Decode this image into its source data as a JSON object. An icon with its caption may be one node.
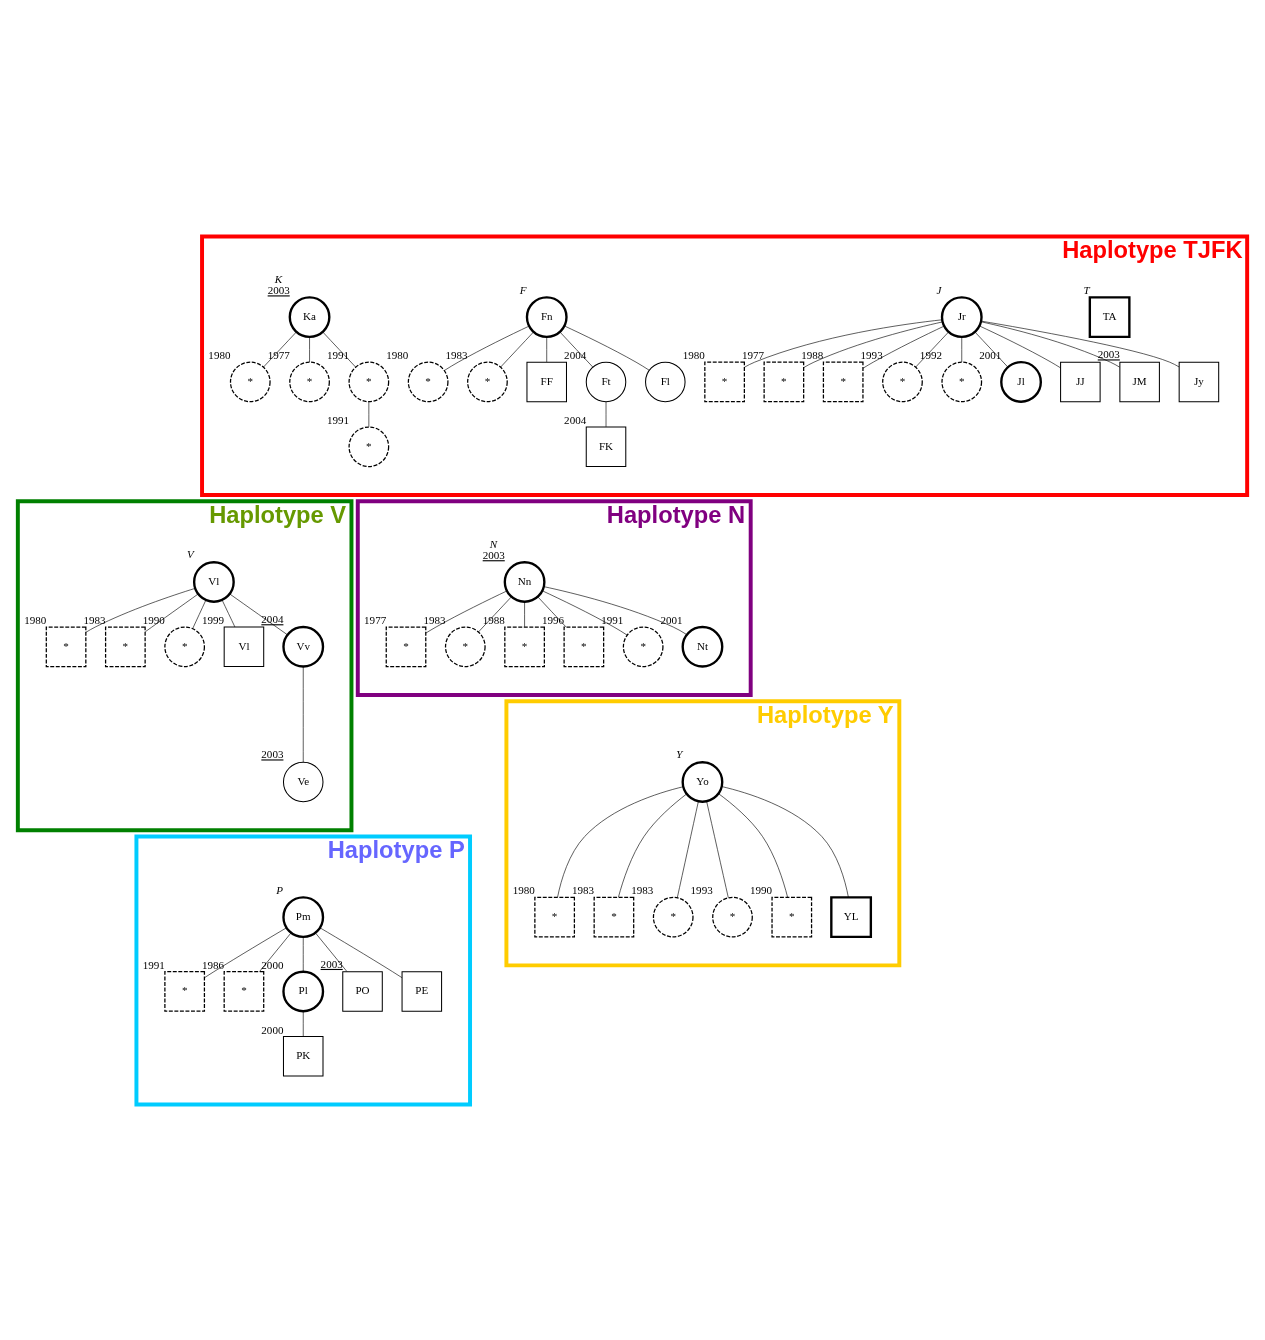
{
  "diagram": {
    "nodes": [
      {
        "text": [
          "Haplotype TJFK"
        ]
      },
      {
        "text": [
          "TA"
        ],
        "in": 0,
        "beside": [
          "T"
        ]
      },
      {
        "text": [
          "Jr"
        ],
        "in": 0,
        "beside": [
          "J"
        ]
      },
      {
        "text": [
          "*"
        ],
        "in": 0,
        "beside": [
          "1980"
        ]
      },
      {
        "text": [
          "*"
        ],
        "in": 0,
        "beside": [
          "1977"
        ]
      },
      {
        "text": [
          "*"
        ],
        "in": 0,
        "beside": [
          "1988"
        ]
      },
      {
        "text": [
          "*"
        ],
        "in": 0,
        "beside": [
          "1993"
        ]
      },
      {
        "text": [
          "*"
        ],
        "in": 0,
        "beside": [
          "1992"
        ]
      },
      {
        "text": [
          "Jl"
        ],
        "in": 0,
        "beside": [
          "2001"
        ]
      },
      {
        "text": [
          "JJ"
        ],
        "in": 0
      },
      {
        "text": [
          "JM"
        ],
        "in": 0,
        "beside": [
          "2003"
        ]
      },
      {
        "text": [
          "Jy"
        ],
        "in": 0
      },
      {
        "text": [
          "Fn"
        ],
        "in": 0,
        "beside": [
          "F"
        ]
      },
      {
        "text": [
          "*"
        ],
        "in": 0,
        "beside": [
          "1980"
        ]
      },
      {
        "text": [
          "*"
        ],
        "in": 0,
        "beside": [
          "1983"
        ]
      },
      {
        "text": [
          "FF"
        ],
        "in": 0
      },
      {
        "text": [
          "Ft"
        ],
        "in": 0,
        "beside": [
          "2004"
        ]
      },
      {
        "text": [
          "Fl"
        ],
        "in": 0
      },
      {
        "text": [
          "FK"
        ],
        "in": 0,
        "beside": [
          "2004"
        ]
      },
      {
        "text": [
          "Ka"
        ],
        "in": 0,
        "beside": [
          "K",
          "2003"
        ]
      },
      {
        "text": [
          "*"
        ],
        "in": 0,
        "beside": [
          "1980"
        ]
      },
      {
        "text": [
          "*"
        ],
        "in": 0,
        "beside": [
          "1977"
        ]
      },
      {
        "text": [
          "*"
        ],
        "in": 0,
        "beside": [
          "1991"
        ]
      },
      {
        "text": [
          "*"
        ],
        "in": 0,
        "beside": [
          "1991"
        ]
      },
      {
        "text": [
          "Haplotype V"
        ]
      },
      {
        "text": [
          "Vl"
        ],
        "in": 24,
        "beside": [
          "V"
        ]
      },
      {
        "text": [
          "*"
        ],
        "in": 24,
        "beside": [
          "1980"
        ]
      },
      {
        "text": [
          "*"
        ],
        "in": 24,
        "beside": [
          "1983"
        ]
      },
      {
        "text": [
          "*"
        ],
        "in": 24,
        "beside": [
          "1990"
        ]
      },
      {
        "text": [
          "Vl"
        ],
        "in": 24,
        "beside": [
          "1999"
        ]
      },
      {
        "text": [
          "Vv"
        ],
        "in": 24,
        "beside": [
          "2004"
        ]
      },
      {
        "text": [
          "Ve"
        ],
        "in": 24,
        "beside": [
          "2003"
        ]
      },
      {
        "text": [
          "Haplotype N"
        ]
      },
      {
        "text": [
          "Nn"
        ],
        "in": 32,
        "beside": [
          "N",
          "2003"
        ]
      },
      {
        "text": [
          "*"
        ],
        "in": 32,
        "beside": [
          "1977"
        ]
      },
      {
        "text": [
          "*"
        ],
        "in": 32,
        "beside": [
          "1983"
        ]
      },
      {
        "text": [
          "*"
        ],
        "in": 32,
        "beside": [
          "1988"
        ]
      },
      {
        "text": [
          "*"
        ],
        "in": 32,
        "beside": [
          "1996"
        ]
      },
      {
        "text": [
          "*"
        ],
        "in": 32,
        "beside": [
          "1991"
        ]
      },
      {
        "text": [
          "Nt"
        ],
        "in": 32,
        "beside": [
          "2001"
        ]
      },
      {
        "text": [
          "Haplotype P"
        ]
      },
      {
        "text": [
          "Pm"
        ],
        "in": 40,
        "beside": [
          "P"
        ]
      },
      {
        "text": [
          "*"
        ],
        "in": 40,
        "beside": [
          "1991"
        ]
      },
      {
        "text": [
          "*"
        ],
        "in": 40,
        "beside": [
          "1986"
        ]
      },
      {
        "text": [
          "Pl"
        ],
        "in": 40,
        "beside": [
          "2000"
        ]
      },
      {
        "text": [
          "PO"
        ],
        "in": 40,
        "beside": [
          "2003"
        ]
      },
      {
        "text": [
          "PE"
        ],
        "in": 40
      },
      {
        "text": [
          "PK"
        ],
        "in": 40,
        "beside": [
          "2000"
        ]
      },
      {
        "text": [
          "Haplotype Y"
        ]
      },
      {
        "text": [
          "Yo"
        ],
        "in": 48,
        "beside": [
          "Y"
        ]
      },
      {
        "text": [
          "*"
        ],
        "in": 48,
        "beside": [
          "1980"
        ]
      },
      {
        "text": [
          "*"
        ],
        "in": 48,
        "beside": [
          "1983"
        ]
      },
      {
        "text": [
          "*"
        ],
        "in": 48,
        "beside": [
          "1983"
        ]
      },
      {
        "text": [
          "*"
        ],
        "in": 48,
        "beside": [
          "1993"
        ]
      },
      {
        "text": [
          "*"
        ],
        "in": 48,
        "beside": [
          "1990"
        ]
      },
      {
        "text": [
          "YL"
        ],
        "in": 48
      }
    ],
    "edges": [
      {
        "from": 2,
        "to": 3,
        "arrow": "none"
      },
      {
        "from": 2,
        "to": 4,
        "arrow": "none"
      },
      {
        "from": 2,
        "to": 5,
        "arrow": "none"
      },
      {
        "from": 2,
        "to": 6,
        "arrow": "none"
      },
      {
        "from": 2,
        "to": 7,
        "arrow": "none"
      },
      {
        "from": 2,
        "to": 8,
        "arrow": "none"
      },
      {
        "from": 2,
        "to": 9,
        "arrow": "none"
      },
      {
        "from": 2,
        "to": 10,
        "arrow": "none"
      },
      {
        "from": 2,
        "to": 11,
        "arrow": "none"
      },
      {
        "from": 12,
        "to": 13,
        "arrow": "none"
      },
      {
        "from": 12,
        "to": 14,
        "arrow": "none"
      },
      {
        "from": 12,
        "to": 15,
        "arrow": "none"
      },
      {
        "from": 12,
        "to": 16,
        "arrow": "none"
      },
      {
        "from": 12,
        "to": 17,
        "arrow": "none"
      },
      {
        "from": 16,
        "to": 18,
        "arrow": "none"
      },
      {
        "from": 19,
        "to": 20,
        "arrow": "none"
      },
      {
        "from": 19,
        "to": 21,
        "arrow": "none"
      },
      {
        "from": 19,
        "to": 22,
        "arrow": "none"
      },
      {
        "from": 22,
        "to": 23,
        "arrow": "none"
      },
      {
        "from": 25,
        "to": 26,
        "arrow": "none"
      },
      {
        "from": 25,
        "to": 27,
        "arrow": "none"
      },
      {
        "from": 25,
        "to": 28,
        "arrow": "none"
      },
      {
        "from": 25,
        "to": 29,
        "arrow": "none"
      },
      {
        "from": 25,
        "to": 30,
        "arrow": "none"
      },
      {
        "from": 30,
        "to": 31,
        "arrow": "none"
      },
      {
        "from": 33,
        "to": 34,
        "arrow": "none"
      },
      {
        "from": 33,
        "to": 35,
        "arrow": "none"
      },
      {
        "from": 33,
        "to": 36,
        "arrow": "none"
      },
      {
        "from": 33,
        "to": 37,
        "arrow": "none"
      },
      {
        "from": 33,
        "to": 38,
        "arrow": "none"
      },
      {
        "from": 33,
        "to": 39,
        "arrow": "none"
      },
      {
        "from": 41,
        "to": 42,
        "arrow": "none"
      },
      {
        "from": 41,
        "to": 43,
        "arrow": "none"
      },
      {
        "from": 41,
        "to": 44,
        "arrow": "none"
      },
      {
        "from": 41,
        "to": 45,
        "arrow": "none"
      },
      {
        "from": 41,
        "to": 46,
        "arrow": "none"
      },
      {
        "from": 44,
        "to": 47,
        "arrow": "none"
      },
      {
        "from": 49,
        "to": 50,
        "arrow": "none"
      },
      {
        "from": 49,
        "to": 51,
        "arrow": "none"
      },
      {
        "from": 49,
        "to": 52,
        "arrow": "none"
      },
      {
        "from": 49,
        "to": 53,
        "arrow": "none"
      },
      {
        "from": 49,
        "to": 54,
        "arrow": "none"
      },
      {
        "from": 49,
        "to": 55,
        "arrow": "none"
      }
    ]
  }
}
